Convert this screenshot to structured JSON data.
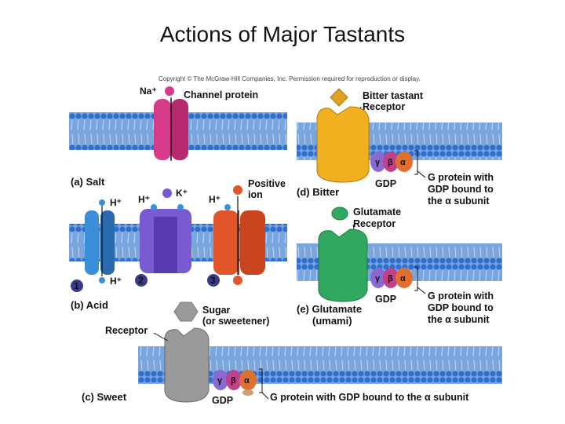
{
  "title": "Actions of Major Tastants",
  "copyright": "Copyright © The McGraw-Hill Companies, Inc. Permission required for reproduction or display.",
  "panels": {
    "salt": {
      "panel_label": "(a) Salt",
      "ion": "Na⁺",
      "channel_label": "Channel protein"
    },
    "acid": {
      "panel_label": "(b) Acid",
      "h_top_1": "H⁺",
      "h_bottom_1": "H⁺",
      "h_top_2": "H⁺",
      "k_ion": "K⁺",
      "h_top_3": "H⁺",
      "positive_line1": "Positive",
      "positive_line2": "ion",
      "numbers": [
        "1",
        "2",
        "3"
      ]
    },
    "sweet": {
      "panel_label": "(c) Sweet",
      "sugar_line1": "Sugar",
      "sugar_line2": "(or sweetener)",
      "receptor": "Receptor",
      "gdp": "GDP",
      "gprotein": "G protein with GDP bound to the α subunit"
    },
    "bitter": {
      "panel_label": "(d) Bitter",
      "tastant_line1": "Bitter tastant",
      "tastant_line2": "Receptor",
      "gdp": "GDP",
      "gprotein_line1": "G protein with",
      "gprotein_line2": "GDP bound to",
      "gprotein_line3": "the α subunit"
    },
    "glutamate": {
      "panel_label_line1": "(e) Glutamate",
      "panel_label_line2": "(umami)",
      "glutamate_line1": "Glutamate",
      "glutamate_line2": "Receptor",
      "gdp": "GDP",
      "gprotein_line1": "G protein with",
      "gprotein_line2": "GDP bound to",
      "gprotein_line3": "the α subunit"
    }
  },
  "subunits": {
    "gamma": "γ",
    "beta": "β",
    "alpha": "α"
  },
  "colors": {
    "membrane_head": "#2f6fd0",
    "membrane_band": "#5a8fd8",
    "channel_salt": "#d83a8a",
    "channel_acid_1": "#3a8fd8",
    "channel_acid_2": "#7a5ad0",
    "channel_acid_3": "#e2552a",
    "receptor_bitter": "#f0b020",
    "receptor_glutamate": "#30a860",
    "receptor_sweet": "#9a9a9a",
    "subunit_gamma": "#8a6ad0",
    "subunit_beta": "#c0408a",
    "subunit_alpha": "#e07030"
  }
}
